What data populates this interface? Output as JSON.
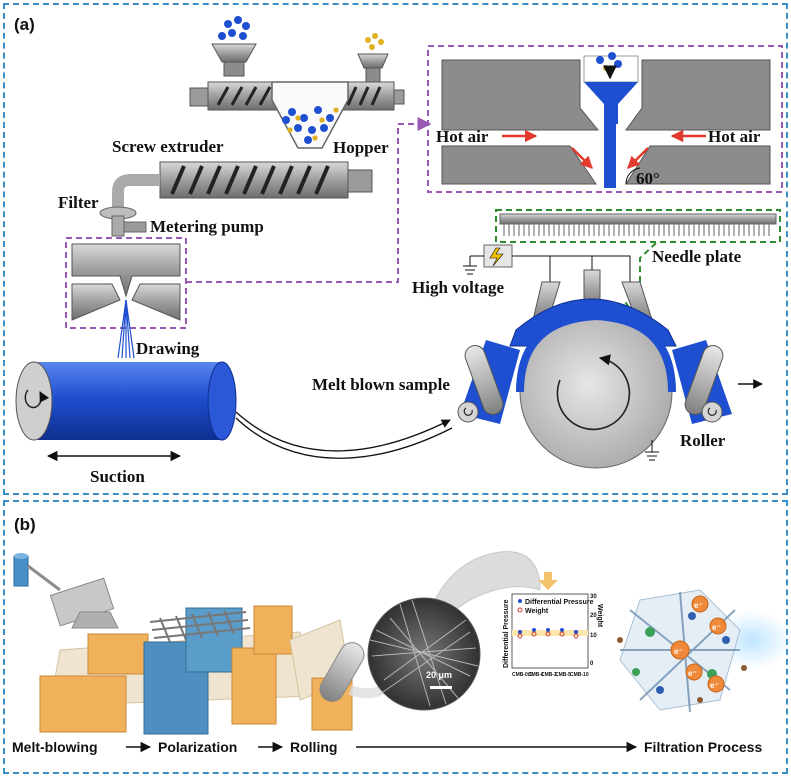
{
  "panel_a": {
    "tag": "(a)",
    "labels": {
      "screw_extruder": "Screw extruder",
      "hopper": "Hopper",
      "filter": "Filter",
      "metering_pump": "Metering pump",
      "drawing": "Drawing",
      "suction": "Suction",
      "melt_blown_sample": "Melt blown sample",
      "hot_air_left": "Hot air",
      "hot_air_right": "Hot air",
      "angle": "60°",
      "needle_plate": "Needle plate",
      "high_voltage": "High voltage",
      "roller": "Roller"
    }
  },
  "panel_b": {
    "tag": "(b)",
    "scale_bar": "20 μm",
    "inset_chart": {
      "legend": [
        "Differential Pressure",
        "Weight"
      ],
      "ylabel_left": "Differential Pressure",
      "ylabel_right": "Weight",
      "yticks_right": [
        "30",
        "20",
        "10",
        "0"
      ],
      "categories": [
        "CMB-0.5",
        "CMB-1",
        "CMB-3",
        "CMB-5",
        "CMB-10"
      ]
    },
    "electron": "e⁻",
    "process": {
      "step1": "Melt-blowing",
      "step2": "Polarization",
      "step3": "Rolling",
      "step4": "Filtration Process"
    }
  },
  "colors": {
    "frame": "#3a8fc8",
    "purple_dash": "#9b59b6",
    "green_dash": "#2e8b2e",
    "blue_fiber": "#1f4fd1",
    "machine_gray": "#8c8c8c",
    "red_arrow": "#e23b2e",
    "orange_block": "#f0b15a",
    "steel_block": "#4f8fbf"
  }
}
